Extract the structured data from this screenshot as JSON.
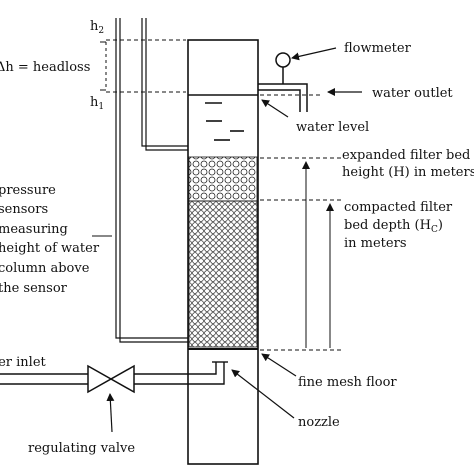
{
  "labels": {
    "h2": "h",
    "h2_sub": "2",
    "h1": "h",
    "h1_sub": "1",
    "headloss": "Δh = headloss",
    "flowmeter": "flowmeter",
    "water_outlet": "water outlet",
    "water_level": "water level",
    "expanded_line1": "expanded filter bed",
    "expanded_line2": "height (H) in meters",
    "compacted_line1": "compacted filter",
    "compacted_line2_prefix": "bed depth (H",
    "compacted_line2_sub": "C",
    "compacted_line2_suffix": ")",
    "compacted_line3": "in meters",
    "pressure_line1": "pressure",
    "pressure_line2": "sensors",
    "pressure_line3": "measuring",
    "pressure_line4": "height of water",
    "pressure_line5": "column above",
    "pressure_line6": "the sensor",
    "water_inlet": "water inlet",
    "fine_mesh_floor": "fine mesh floor",
    "nozzle": "nozzle",
    "regulating_valve": "regulating valve"
  }
}
